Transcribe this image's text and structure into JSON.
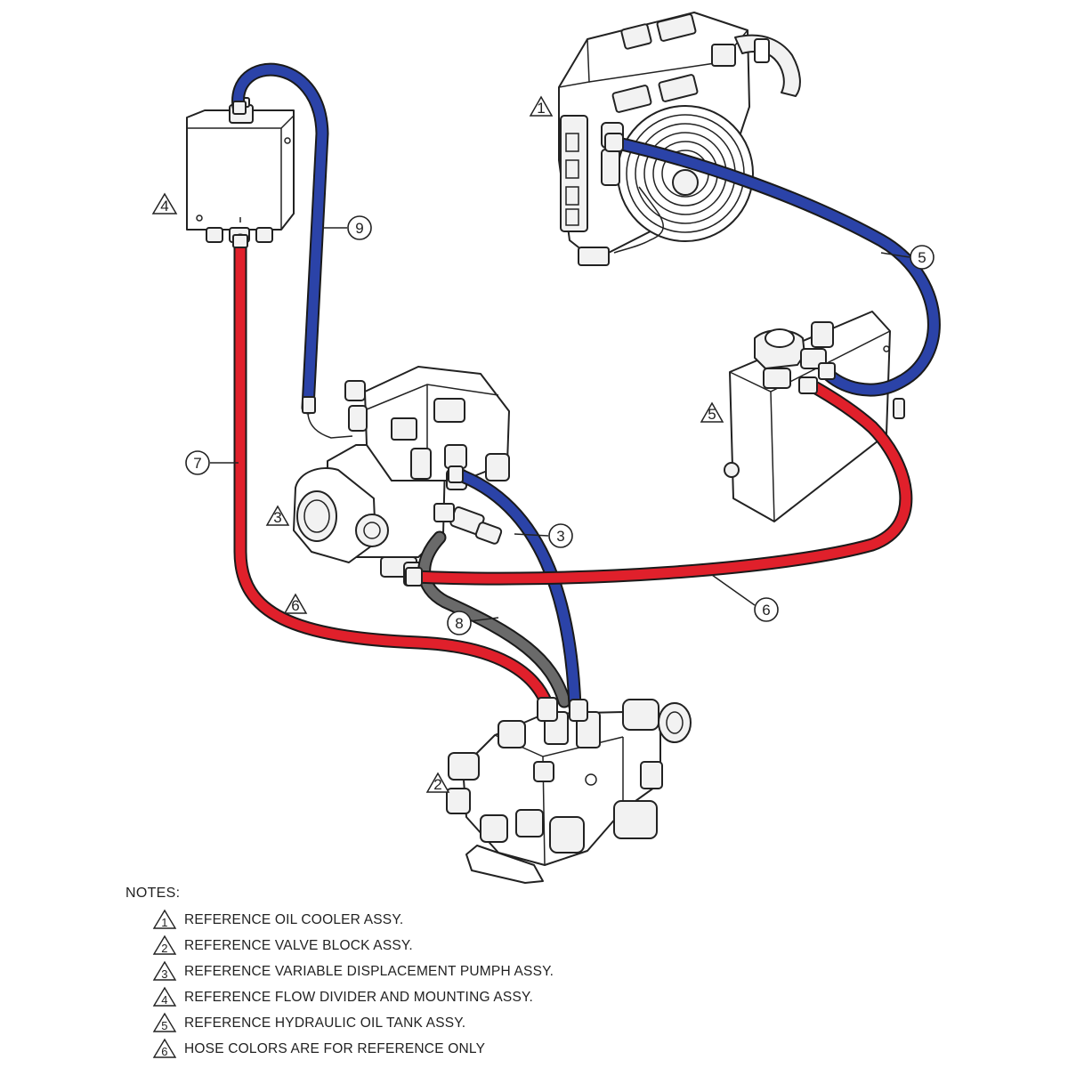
{
  "colors": {
    "hose_blue": "#2b43a8",
    "hose_red": "#e0202b",
    "hose_grey": "#6a6a6a",
    "ink": "#222222"
  },
  "callouts": [
    "9",
    "5",
    "7",
    "3",
    "6",
    "8",
    "6"
  ],
  "reference_marks": [
    "1",
    "4",
    "5",
    "3",
    "6",
    "2"
  ],
  "notes": {
    "title": "NOTES:",
    "items": [
      {
        "mark": "1",
        "text": "REFERENCE OIL COOLER ASSY."
      },
      {
        "mark": "2",
        "text": "REFERENCE VALVE BLOCK ASSY."
      },
      {
        "mark": "3",
        "text": "REFERENCE VARIABLE DISPLACEMENT PUMPH ASSY."
      },
      {
        "mark": "4",
        "text": "REFERENCE FLOW DIVIDER AND MOUNTING ASSY."
      },
      {
        "mark": "5",
        "text": "REFERENCE HYDRAULIC OIL TANK ASSY."
      },
      {
        "mark": "6",
        "text": "HOSE COLORS ARE FOR REFERENCE ONLY"
      }
    ]
  }
}
